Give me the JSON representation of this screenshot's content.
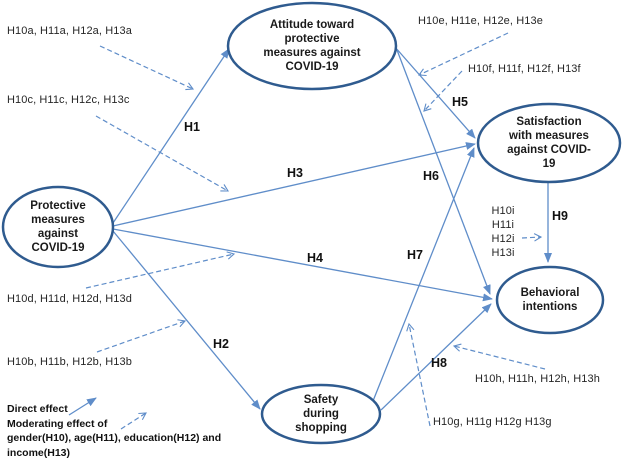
{
  "diagram": {
    "nodes": {
      "protective": {
        "label": "Protective\nmeasures\nagainst\nCOVID-19"
      },
      "attitude": {
        "label": "Attitude toward\nprotective\nmeasures against\nCOVID-19"
      },
      "satisfaction": {
        "label": "Satisfaction\nwith measures\nagainst COVID-\n19"
      },
      "safety": {
        "label": "Safety\nduring\nshopping"
      },
      "behavioral": {
        "label": "Behavioral\nintentions"
      }
    },
    "hypotheses": {
      "h1": "H1",
      "h2": "H2",
      "h3": "H3",
      "h4": "H4",
      "h5": "H5",
      "h6": "H6",
      "h7": "H7",
      "h8": "H8",
      "h9": "H9"
    },
    "moderators": {
      "a": "H10a, H11a, H12a, H13a",
      "b": "H10b, H11b, H12b, H13b",
      "c": "H10c, H11c, H12c, H13c",
      "d": "H10d, H11d, H12d, H13d",
      "e": "H10e, H11e, H12e, H13e",
      "f": "H10f, H11f, H12f, H13f",
      "g": "H10g, H11g H12g H13g",
      "h": "H10h, H11h, H12h, H13h",
      "i": "H10i\nH11i\nH12i\nH13i"
    },
    "legend": {
      "direct": "Direct effect",
      "moderating_line1": "Moderating effect of",
      "moderating_line2": "gender(H10), age(H11),  education(H12) and",
      "moderating_line3": "income(H13)"
    },
    "colors": {
      "node_border": "#2f5b8f",
      "arrow": "#5f8dc9",
      "text": "#1a1a1a"
    }
  }
}
